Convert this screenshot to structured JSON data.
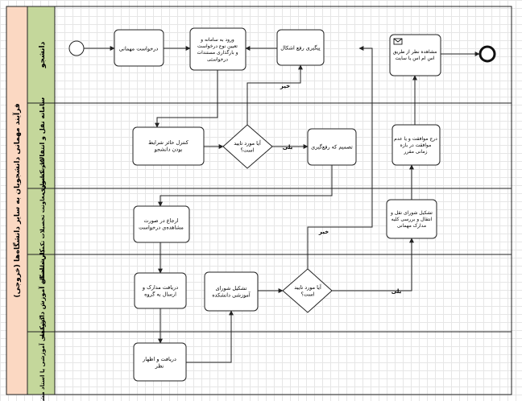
{
  "pool": {
    "title": "فرآیند مهمانی دانشجویان به سایر دانشگاه‌ها (خروجی)"
  },
  "lanes": [
    {
      "id": "student",
      "label": "دانشجو"
    },
    {
      "id": "org",
      "label": "سامانه نقل و انتقالات کشوری"
    },
    {
      "id": "edu_expert",
      "label": "کارشناسان معاونت تحصیلات تکمیلی دانشگاه"
    },
    {
      "id": "faculty",
      "label": "کارشناسان آموزش دانشکده"
    },
    {
      "id": "dept",
      "label": "گروه‌های آموزشی یا استاد مشاور"
    }
  ],
  "tasks": {
    "request": [
      "درخواست مهمانی"
    ],
    "register": [
      "ورود به سامانه و",
      "تعیین نوع درخواست",
      "و بارگذاری مستندات",
      "درخواستی"
    ],
    "followup": [
      "پیگیری رفع اشکال"
    ],
    "view_result": [
      "مشاهده نظر از طریق",
      "اس ام اس یا سایت"
    ],
    "check_conditions": [
      "کنترل حائز شرایط",
      "بودن دانشجو"
    ],
    "decide_fix": [
      "تصمیم که رفع‌گیری"
    ],
    "register_approval": [
      "درج موافقت و یا عدم",
      "موافقت در بازه",
      "زمانی مقرر"
    ],
    "refer": [
      "ارجاع در صورت",
      "مشاهده‌ی درخواست"
    ],
    "council_review": [
      "تشکیل شورای نقل و",
      "انتقال و بررسی کلیه",
      "مدارک مهمانی"
    ],
    "receive_docs": [
      "دریافت مدارک و",
      "ارسال به گروه"
    ],
    "faculty_council": [
      "تشکیل شورای",
      "آموزشی دانشکده"
    ],
    "dept_opinion": [
      "دریافت و اظهار",
      "نظر"
    ]
  },
  "gateways": {
    "g1": [
      "آیا مورد تایید",
      "است؟"
    ],
    "g2": [
      "آیا مورد تایید",
      "است؟"
    ]
  },
  "flow_labels": {
    "yes": "بلی",
    "no": "خیر"
  },
  "icons": {
    "message": "envelope-icon",
    "start": "start-event-icon",
    "end": "end-event-icon"
  },
  "colors": {
    "pool_header": "#fbd8c2",
    "lane_header": "#c4d79b",
    "yes_label": "#00b050",
    "no_label": "#c00000",
    "red_text": "#e00000"
  }
}
